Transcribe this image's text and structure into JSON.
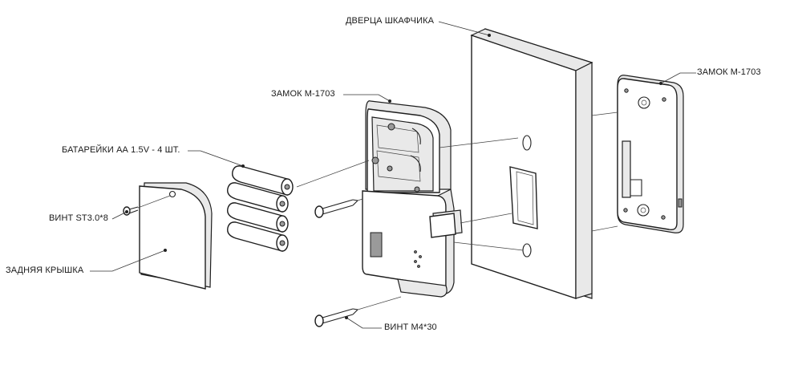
{
  "labels": {
    "door": "ДВЕРЦА ШКАФЧИКА",
    "lock_front": "ЗАМОК М-1703",
    "lock_back": "ЗАМОК М-1703",
    "batteries": "БАТАРЕЙКИ АА 1.5V - 4 ШТ.",
    "screw_small": "ВИНТ ST3.0*8",
    "back_cover": "ЗАДНЯЯ КРЫШКА",
    "screw_long": "ВИНТ М4*30"
  },
  "colors": {
    "line": "#1e1e1e",
    "shade": "#e9e9e9"
  }
}
